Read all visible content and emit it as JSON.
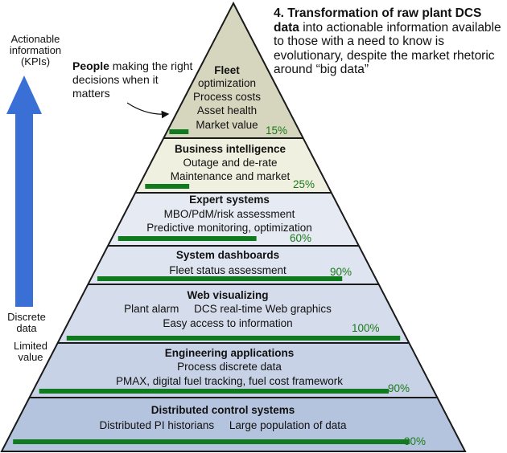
{
  "caption": {
    "number": "4.",
    "bold": "Transformation of raw plant DCS data",
    "rest": "into actionable information available to those with a need to know is evolutionary, despite the market rhetoric around “big data”"
  },
  "people_note": {
    "bold": "People",
    "rest": "making the right decisions when it matters"
  },
  "left_axis": {
    "top_line1": "Actionable",
    "top_line2": "information",
    "top_line3": "(KPIs)",
    "bottom1_line1": "Discrete",
    "bottom1_line2": "data",
    "bottom2_line1": "Limited",
    "bottom2_line2": "value"
  },
  "layers": [
    {
      "title": "Fleet",
      "lines": [
        "optimization",
        "Process costs",
        "Asset health",
        "Market value"
      ],
      "percent_label": "15%",
      "percent": 15
    },
    {
      "title": "Business intelligence",
      "lines": [
        "Outage and de-rate",
        "Maintenance and market"
      ],
      "percent_label": "25%",
      "percent": 25
    },
    {
      "title": "Expert systems",
      "lines": [
        "MBO/PdM/risk assessment",
        "Predictive monitoring, optimization"
      ],
      "percent_label": "60%",
      "percent": 60
    },
    {
      "title": "System dashboards",
      "lines": [
        "Fleet status assessment"
      ],
      "percent_label": "90%",
      "percent": 90
    },
    {
      "title": "Web visualizing",
      "lines": [
        "Plant alarm     DCS real-time Web graphics",
        "Easy access to information"
      ],
      "percent_label": "100%",
      "percent": 100
    },
    {
      "title": "Engineering applications",
      "lines": [
        "Process discrete data",
        "PMAX, digital fuel tracking, fuel cost framework"
      ],
      "percent_label": "90%",
      "percent": 90
    },
    {
      "title": "Distributed control systems",
      "lines": [
        "Distributed PI historians     Large population of data"
      ],
      "percent_label": "90%",
      "percent": 90
    }
  ],
  "colors": {
    "fleet_fill": "#d6d6be",
    "bi_fill": "#f0f0e0",
    "expert_fill": "#e6eaf2",
    "dash_fill": "#dfe5f0",
    "web_fill": "#d5ddec",
    "eng_fill": "#c7d2e6",
    "dcs_fill": "#b5c4de",
    "bar_green": "#0f7a1e",
    "percent_green": "#1a7a1a",
    "arrow_blue": "#3a6fd6",
    "outline": "#1a1a1a"
  }
}
